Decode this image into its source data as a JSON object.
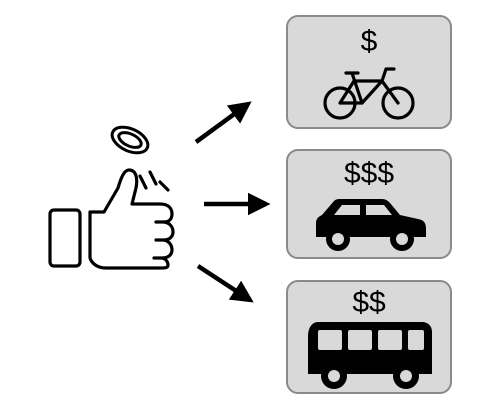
{
  "options": [
    {
      "vehicle": "bicycle",
      "price": "$",
      "icon": "bicycle-icon"
    },
    {
      "vehicle": "car",
      "price": "$$$",
      "icon": "car-icon"
    },
    {
      "vehicle": "bus",
      "price": "$$",
      "icon": "bus-icon"
    }
  ],
  "icons": {
    "coin": "coin-icon",
    "hand": "thumbs-up-flick-icon",
    "arrows": [
      "arrow-up-right-icon",
      "arrow-right-icon",
      "arrow-down-right-icon"
    ]
  },
  "colors": {
    "card_fill": "#d9d9d9",
    "card_border": "#8a8a8a",
    "ink": "#000000"
  }
}
